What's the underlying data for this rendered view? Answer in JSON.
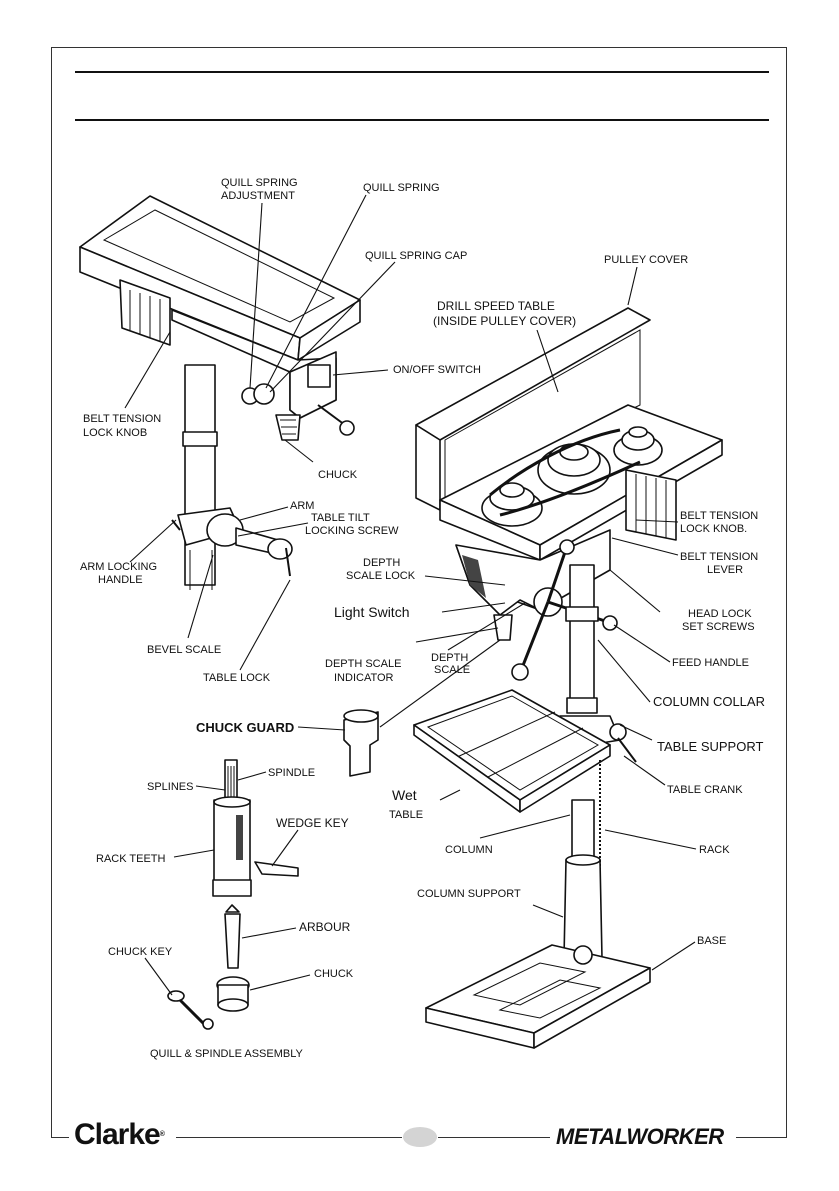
{
  "labels": {
    "quill_spring_adjustment_1": "QUILL SPRING",
    "quill_spring_adjustment_2": "ADJUSTMENT",
    "quill_spring": "QUILL SPRING",
    "quill_spring_cap": "QUILL SPRING CAP",
    "pulley_cover": "PULLEY COVER",
    "drill_speed_table_1": "DRILL SPEED TABLE",
    "drill_speed_table_2": "(INSIDE PULLEY COVER)",
    "on_off_switch": "ON/OFF SWITCH",
    "belt_tension_lock_knob_left_1": "BELT TENSION",
    "belt_tension_lock_knob_left_2": "LOCK  KNOB",
    "chuck_top": "CHUCK",
    "arm": "ARM",
    "table_tilt_1": "TABLE  TILT",
    "table_tilt_2": "LOCKING SCREW",
    "arm_locking_1": "ARM LOCKING",
    "arm_locking_2": "HANDLE",
    "bevel_scale": "BEVEL SCALE",
    "table_lock": "TABLE LOCK",
    "belt_tension_lock_knob_right_1": "BELT TENSION",
    "belt_tension_lock_knob_right_2": "LOCK KNOB.",
    "belt_tension_lever_1": "BELT TENSION",
    "belt_tension_lever_2": "LEVER",
    "depth_scale_lock_1": "DEPTH",
    "depth_scale_lock_2": "SCALE LOCK",
    "light_switch": "Light Switch",
    "head_lock_1": "HEAD LOCK",
    "head_lock_2": "SET SCREWS",
    "feed_handle": "FEED HANDLE",
    "depth_scale_indicator_1": "DEPTH SCALE",
    "depth_scale_indicator_2": "INDICATOR",
    "depth_scale_1": "DEPTH",
    "depth_scale_2": "SCALE",
    "column_collar": "COLUMN COLLAR",
    "chuck_guard": "CHUCK GUARD",
    "table_support": "TABLE SUPPORT",
    "spindle": "SPINDLE",
    "splines": "SPLINES",
    "table_crank": "TABLE CRANK",
    "wet": "Wet",
    "table": "TABLE",
    "wedge_key": "WEDGE KEY",
    "rack_teeth": "RACK TEETH",
    "column": "COLUMN",
    "rack": "RACK",
    "column_support": "COLUMN SUPPORT",
    "arbour": "ARBOUR",
    "base": "BASE",
    "chuck_key": "CHUCK KEY",
    "chuck_bottom": "CHUCK",
    "quill_assembly": "QUILL & SPINDLE ASSEMBLY"
  },
  "footer": {
    "brand_left": "Clarke",
    "brand_left_mark": "®",
    "brand_right": "METALWORKER"
  }
}
